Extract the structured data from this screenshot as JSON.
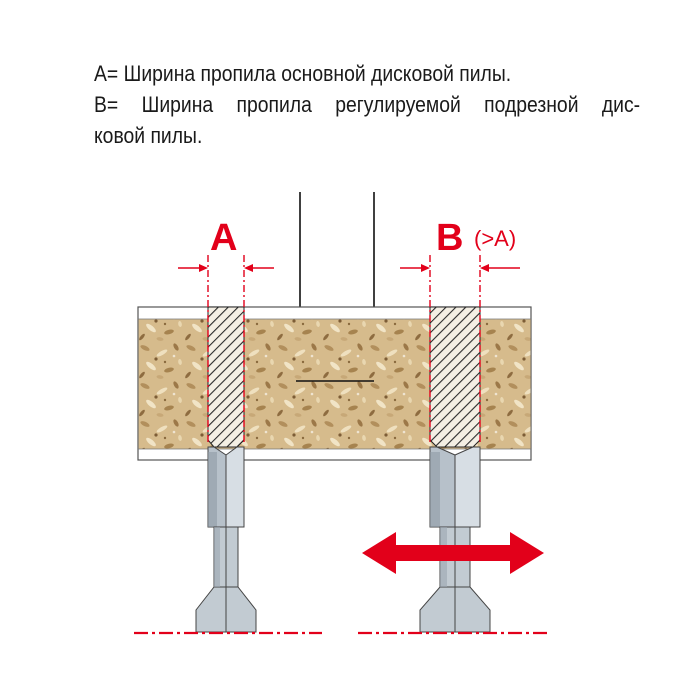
{
  "caption": {
    "line1": "A= Ширина пропила основной дисковой пилы.",
    "line2_words": [
      "B=",
      "Ширина",
      "пропила",
      "регулируемой",
      "подрезной",
      "дис-"
    ],
    "line3": "ковой пилы."
  },
  "labels": {
    "a": "A",
    "b": "B",
    "b_note": "(>A)"
  },
  "colors": {
    "accent": "#e2001a",
    "board": "#d9bf93",
    "blade": "#a9b4be",
    "text": "#1a1a1a"
  },
  "icons": [
    "double-arrow-icon",
    "hatch-pattern"
  ]
}
